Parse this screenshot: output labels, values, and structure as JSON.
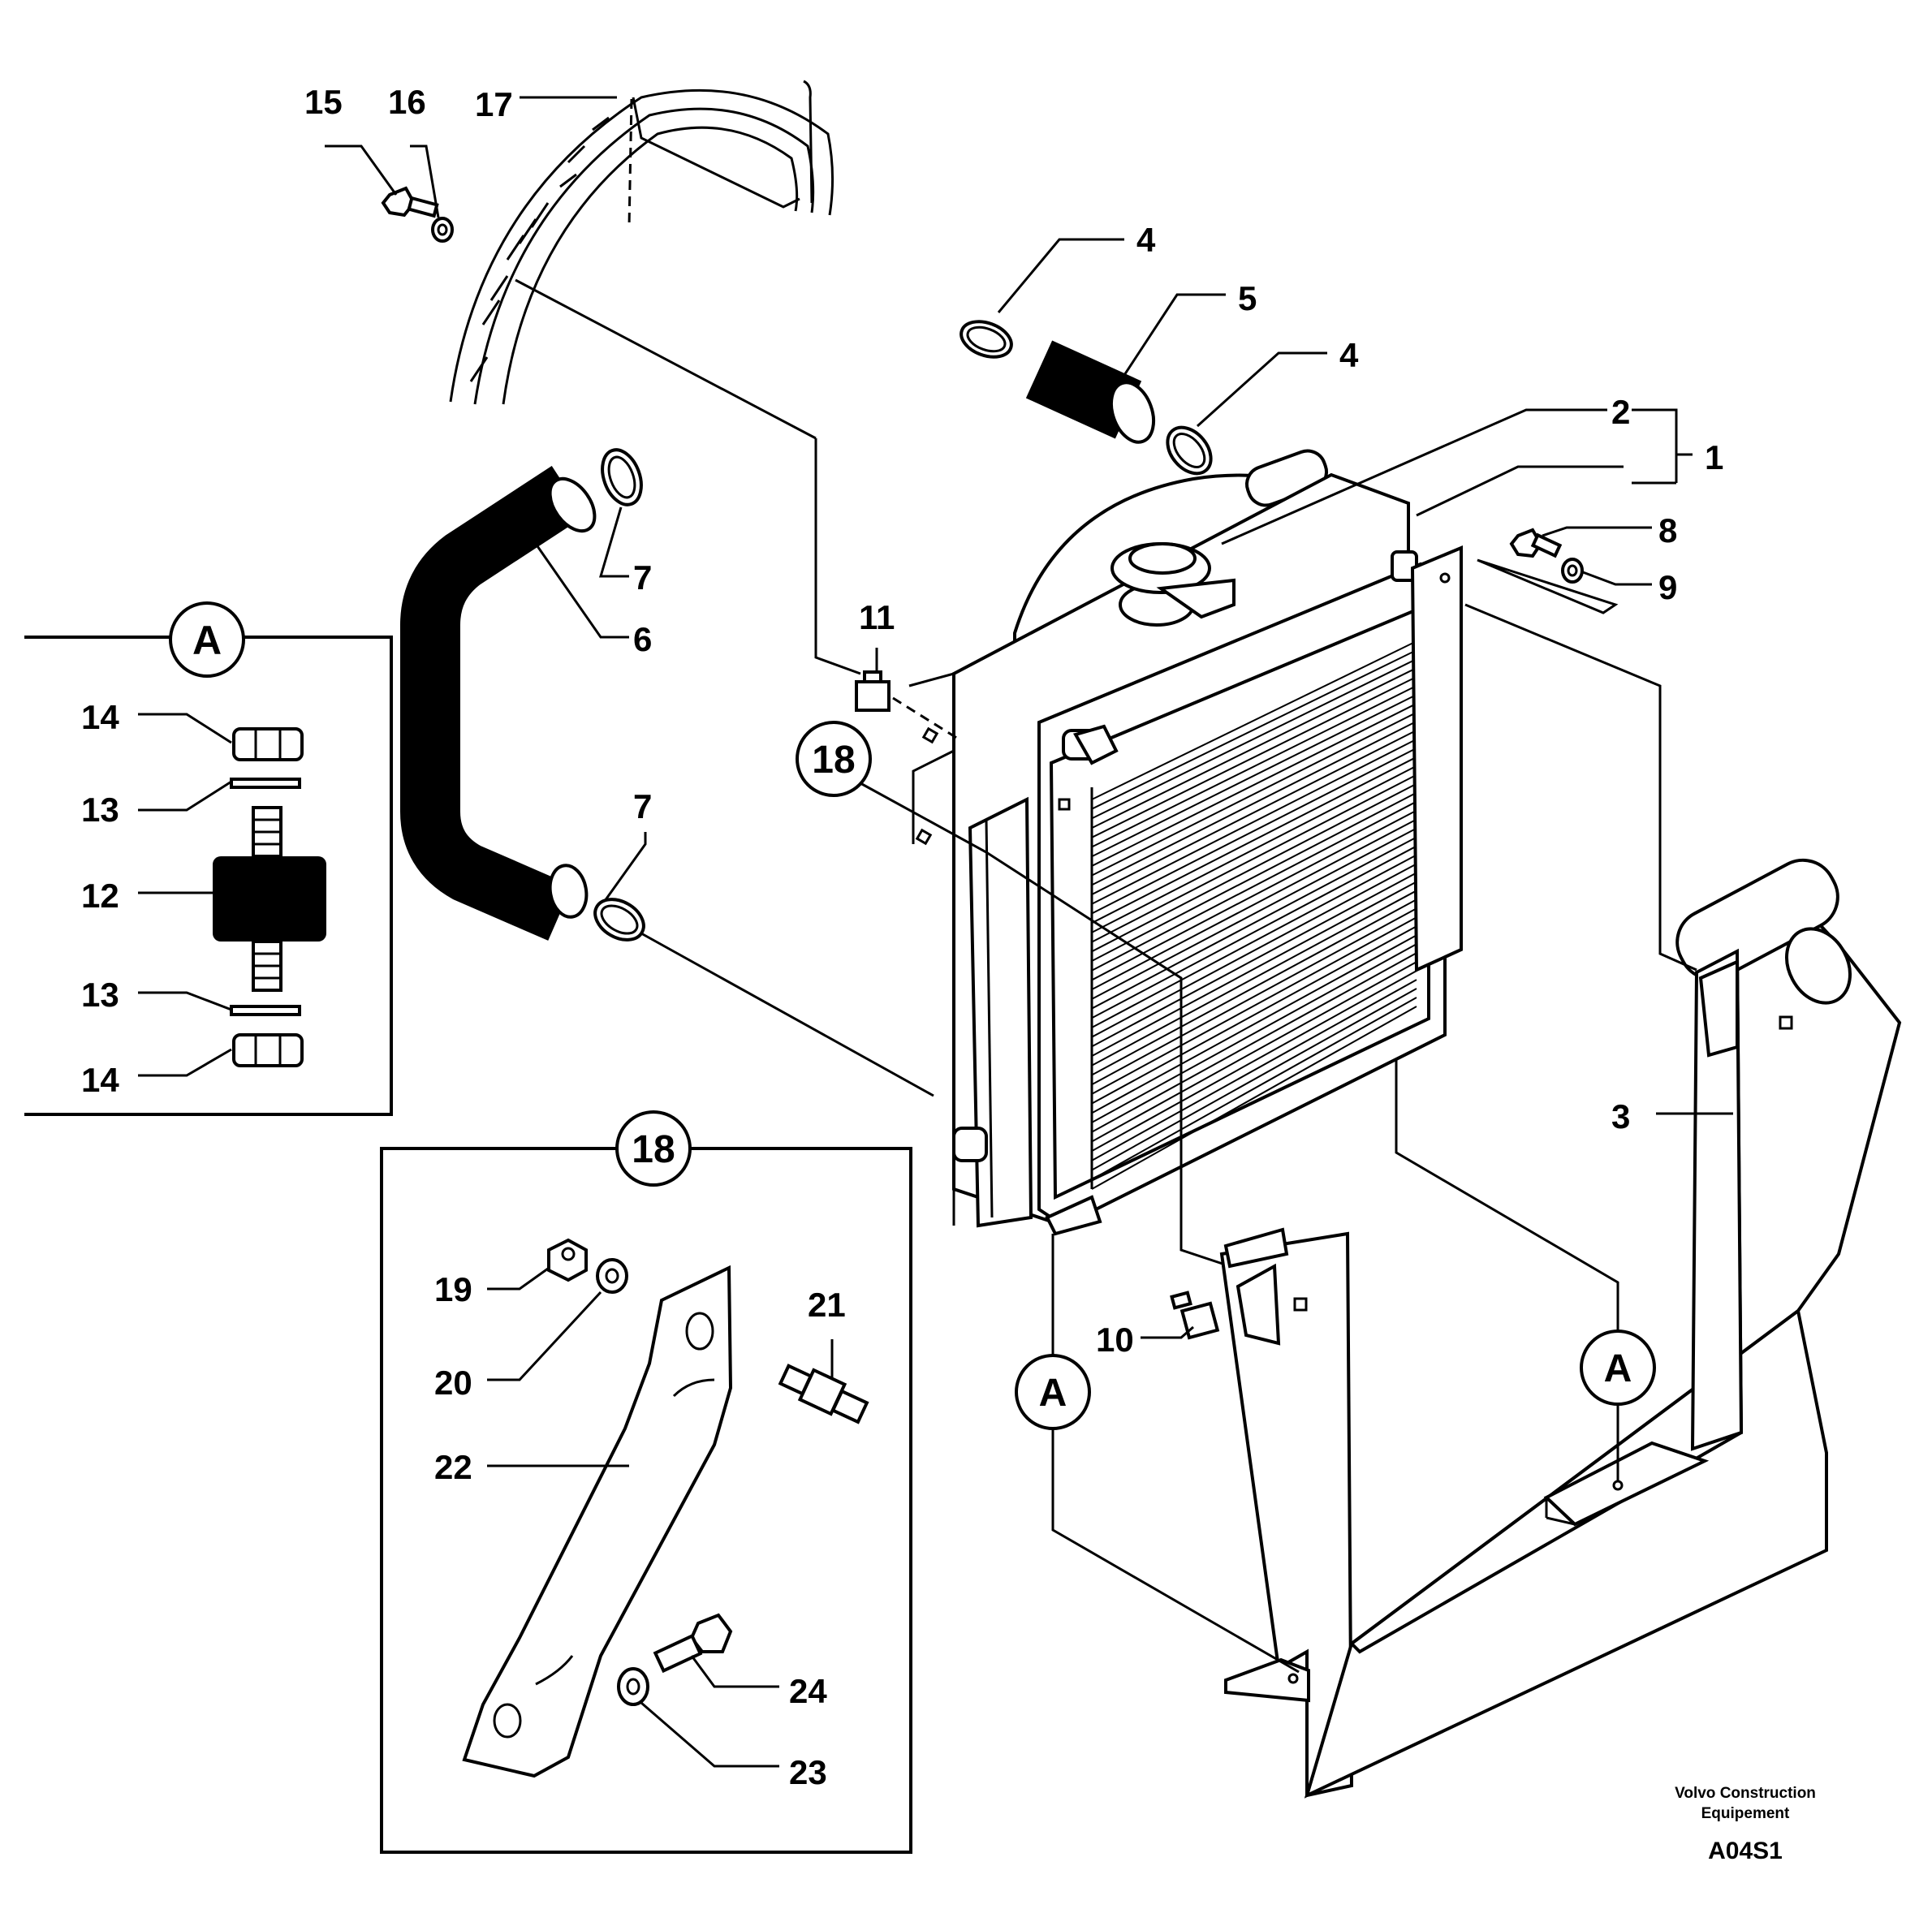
{
  "callouts": {
    "c1": "1",
    "c2": "2",
    "c3": "3",
    "c4a": "4",
    "c4b": "4",
    "c5": "5",
    "c6": "6",
    "c7a": "7",
    "c7b": "7",
    "c8": "8",
    "c9": "9",
    "c10": "10",
    "c11": "11",
    "c12": "12",
    "c13a": "13",
    "c13b": "13",
    "c14a": "14",
    "c14b": "14",
    "c15": "15",
    "c16": "16",
    "c17": "17",
    "c18": "18",
    "c19": "19",
    "c20": "20",
    "c21": "21",
    "c22": "22",
    "c23": "23",
    "c24": "24"
  },
  "reference_markers": {
    "detail_a_title": "A",
    "detail_18_title": "18",
    "marker_18": "18",
    "marker_a_left": "A",
    "marker_a_right": "A"
  },
  "footer": {
    "brand_line1": "Volvo Construction",
    "brand_line2": "Equipement",
    "drawing_code": "A04S1"
  }
}
